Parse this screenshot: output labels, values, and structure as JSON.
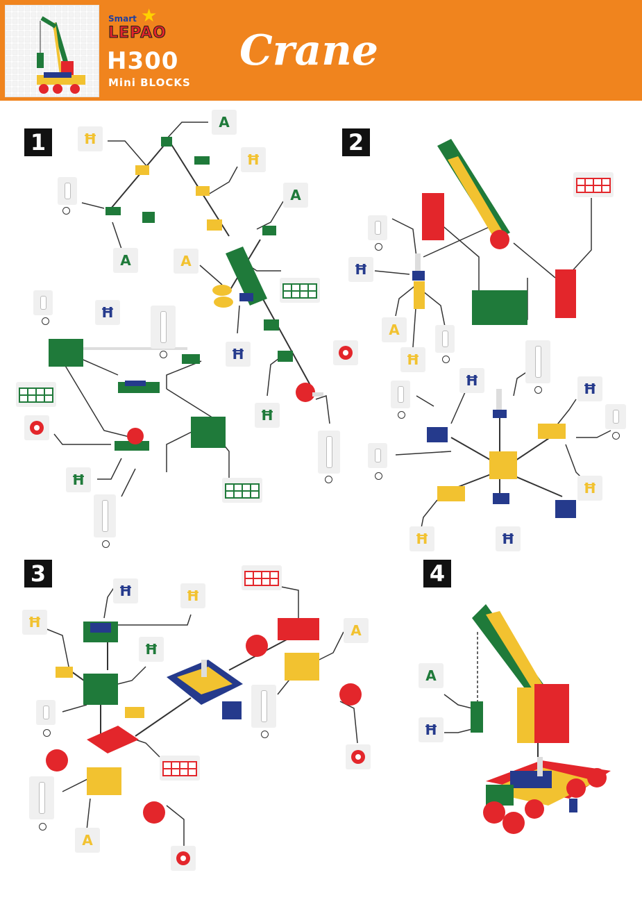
{
  "header": {
    "logo_smart": "Smart",
    "logo_lepao": "LEPAO",
    "model": "H300",
    "subline": "Mini BLOCKS",
    "title": "Crane"
  },
  "steps": [
    "1",
    "2",
    "3",
    "4"
  ],
  "colors": {
    "header_orange": "#f0841e",
    "green": "#1f7a3a",
    "yellow": "#f2c230",
    "blue": "#253a8c",
    "red": "#e3262b"
  },
  "icons": [
    "star-icon"
  ]
}
